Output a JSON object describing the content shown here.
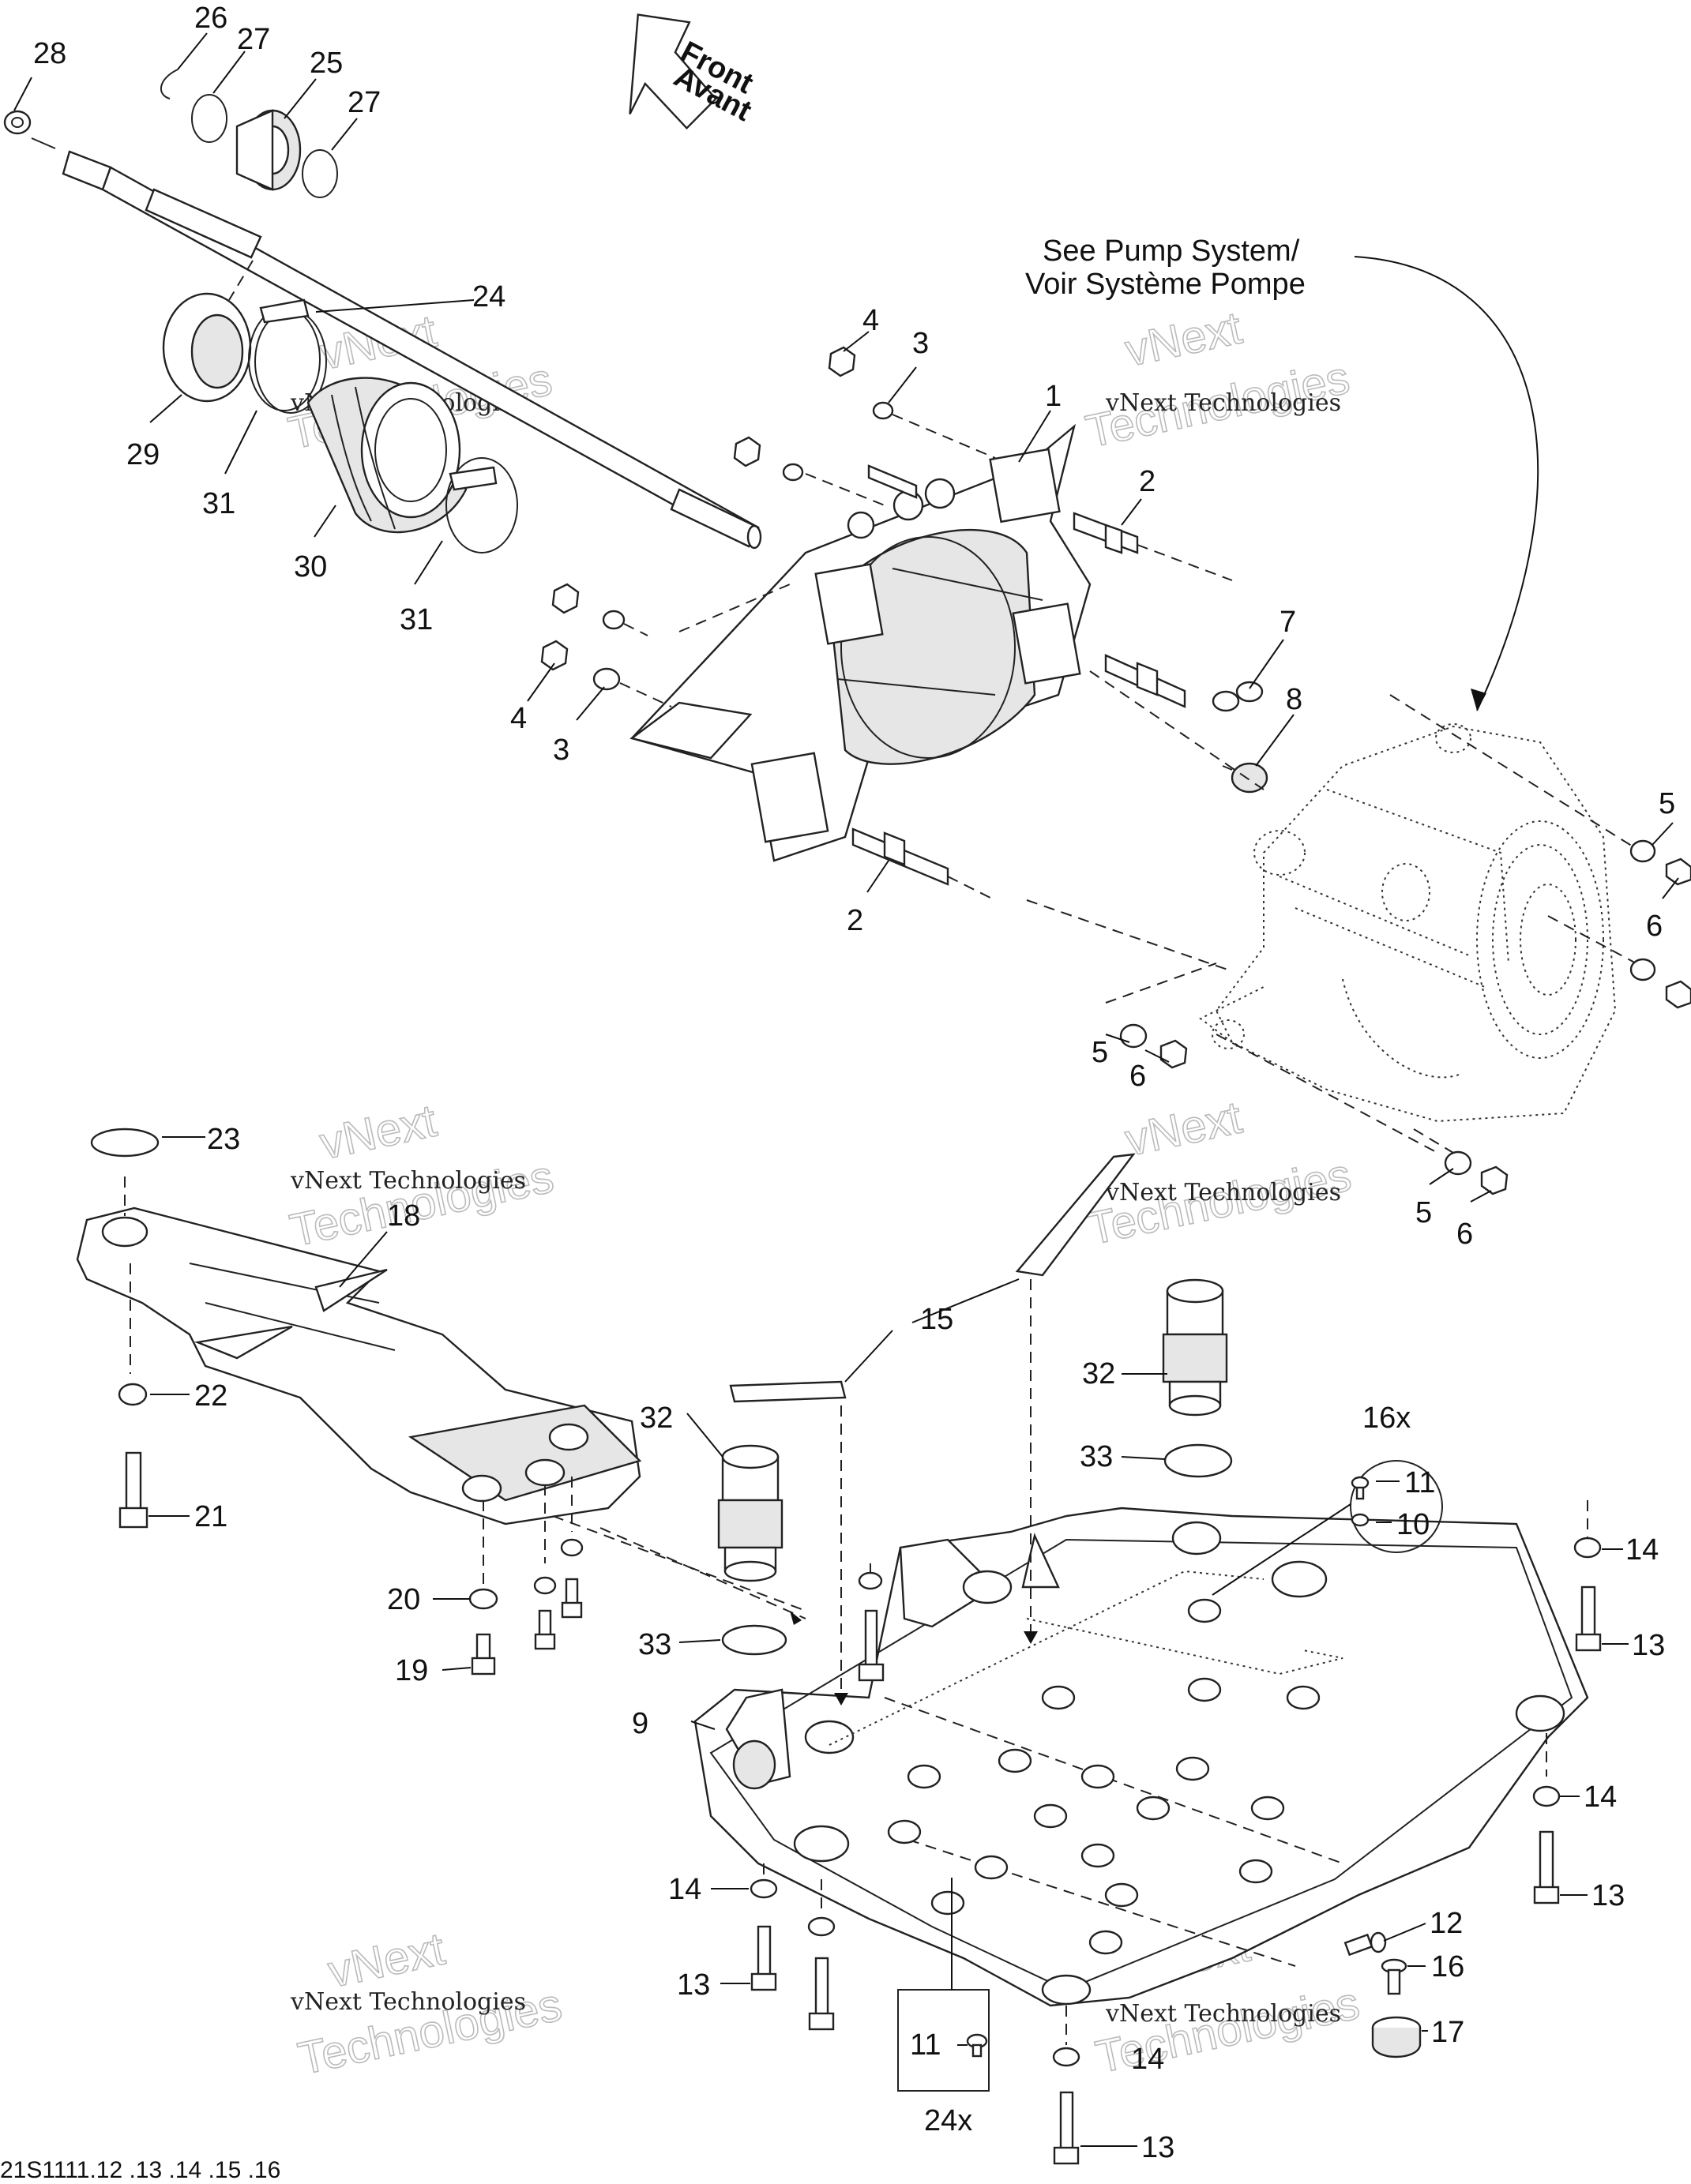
{
  "diagram": {
    "reference_note": {
      "line1": "See Pump System/",
      "line2": "Voir Système Pompe"
    },
    "front_arrow": {
      "line1": "Front",
      "line2": "Avant"
    },
    "group_16x_label": "16x",
    "group_24x_label": "24x",
    "drawing_code": "21S1111.12 .13 .14 .15 .16",
    "watermark": {
      "line1": "vNext",
      "line2": "Technologies",
      "caption": "vNext Technologies"
    },
    "callouts": {
      "c28": "28",
      "c26": "26",
      "c27a": "27",
      "c25": "25",
      "c27b": "27",
      "c24": "24",
      "c29": "29",
      "c31a": "31",
      "c30": "30",
      "c31b": "31",
      "c4a": "4",
      "c3a": "3",
      "c1": "1",
      "c2a": "2",
      "c7": "7",
      "c4b": "4",
      "c3b": "3",
      "c8": "8",
      "c2b": "2",
      "c5a": "5",
      "c6a": "6",
      "c5b": "5",
      "c6b": "6",
      "c5c": "5",
      "c6c": "6",
      "c23": "23",
      "c18": "18",
      "c22": "22",
      "c21": "21",
      "c20": "20",
      "c19": "19",
      "c15": "15",
      "c32a": "32",
      "c32b": "32",
      "c33a": "33",
      "c33b": "33",
      "c11a": "11",
      "c10": "10",
      "c14a": "14",
      "c13a": "13",
      "c14b": "14",
      "c13b": "13",
      "c9": "9",
      "c14c": "14",
      "c13c": "13",
      "c12": "12",
      "c16": "16",
      "c17": "17",
      "c11b": "11",
      "c14d": "14",
      "c13d": "13"
    }
  }
}
